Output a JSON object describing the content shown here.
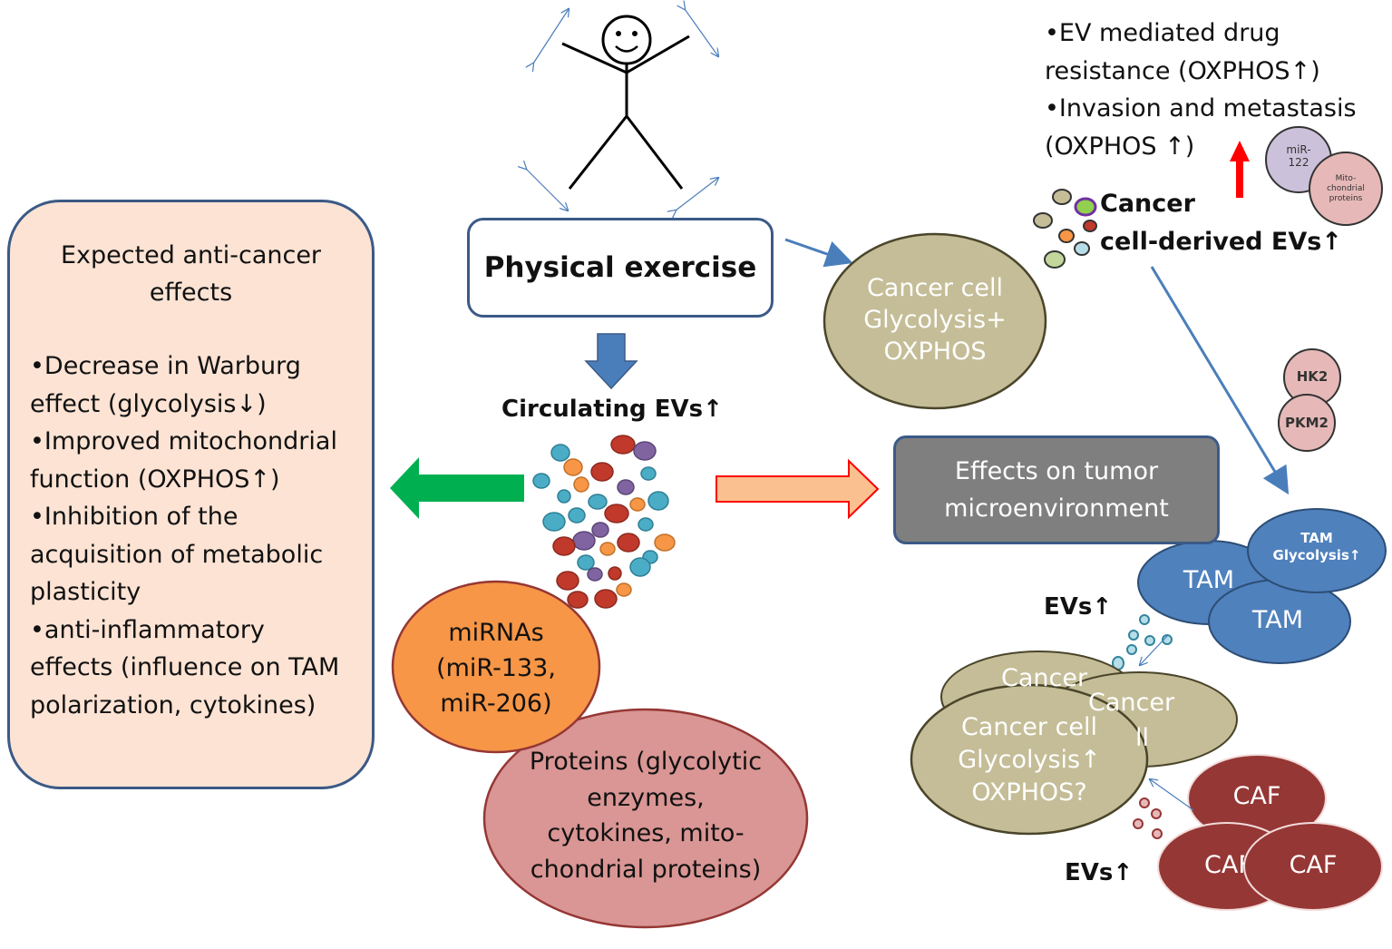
{
  "effects_box": {
    "title_lines": [
      "Expected anti-cancer",
      "effects"
    ],
    "items": [
      "•Decrease in Warburg",
      "effect  (glycolysis↓)",
      "•Improved mitochondrial",
      "function (OXPHOS↑)",
      "•Inhibition of the",
      "acquisition of metabolic",
      "plasticity",
      "•anti-inflammatory",
      "effects (influence on TAM",
      "polarization, cytokines)"
    ]
  },
  "exercise": {
    "label": "Physical exercise"
  },
  "circulating": {
    "label": "Circulating EVs↑"
  },
  "mirnas": {
    "lines": [
      "miRNAs",
      "(miR-133,",
      "miR-206)"
    ]
  },
  "proteins": {
    "lines": [
      "Proteins (glycolytic",
      "enzymes,",
      "cytokines, mito-",
      "chondrial proteins)"
    ]
  },
  "cancer_cell_top": {
    "lines": [
      "Cancer cell",
      "Glycolysis+",
      "OXPHOS"
    ]
  },
  "tme": {
    "lines": [
      "Effects on tumor",
      "microenvironment"
    ]
  },
  "top_right": {
    "lines": [
      "•EV mediated drug",
      "resistance (OXPHOS↑)",
      "•Invasion and metastasis",
      "(OXPHOS ↑)"
    ]
  },
  "cancer_evs": {
    "lines": [
      "Cancer",
      "cell-derived EVs↑"
    ]
  },
  "small_circles": {
    "mir122": [
      "miR-",
      "122"
    ],
    "mito": [
      "Mito-",
      "chondrial",
      "proteins"
    ]
  },
  "enzymes": {
    "hk2": "HK2",
    "pkm2": "PKM2"
  },
  "tam": {
    "top_lines": [
      "TAM",
      "Glycolysis↑"
    ],
    "left": "TAM",
    "right": "TAM"
  },
  "evs_tam": "EVs↑",
  "cancer_stack": {
    "back": "Cancer",
    "mid": "Cancer",
    "mid_tail": "ll",
    "front_lines": [
      "Cancer cell",
      "Glycolysis↑",
      "OXPHOS?"
    ]
  },
  "caf": {
    "top": "CAF",
    "left": "CAF",
    "right": "CAF"
  },
  "evs_caf": "EVs↑",
  "colors": {
    "arrow_blue": "#4a7ebb",
    "green_arrow": "#00b050",
    "orange_arrow": "#fac090",
    "red_outline": "#ff0000",
    "peach_box": "#fce3d4",
    "olive": "#c4bd97",
    "orange": "#f79646",
    "pink": "#d99694",
    "tam_blue": "#4f81bd",
    "caf_red": "#953735"
  }
}
